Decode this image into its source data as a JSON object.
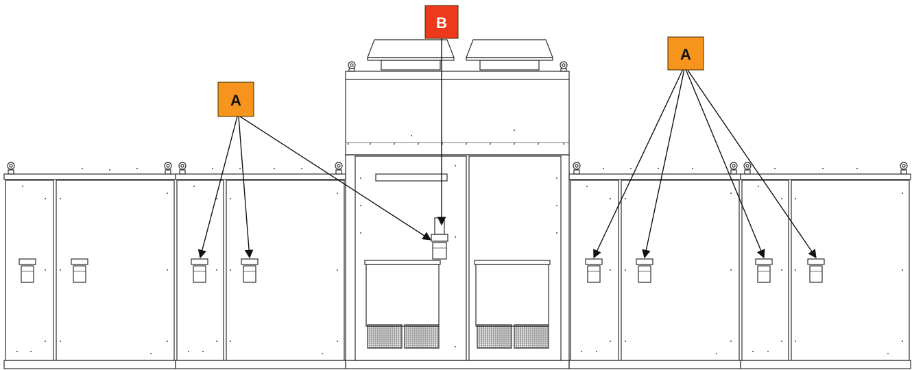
{
  "callouts": [
    {
      "id": "a-left",
      "text": "A",
      "color": "#F7941D",
      "text_color": "#111111"
    },
    {
      "id": "b-center",
      "text": "B",
      "color": "#EE3A1C",
      "text_color": "#ffffff"
    },
    {
      "id": "a-right",
      "text": "A",
      "color": "#F7941D",
      "text_color": "#111111"
    }
  ],
  "colors": {
    "line": "#2b2b2b",
    "background": "#ffffff",
    "arrow": "#111111"
  }
}
